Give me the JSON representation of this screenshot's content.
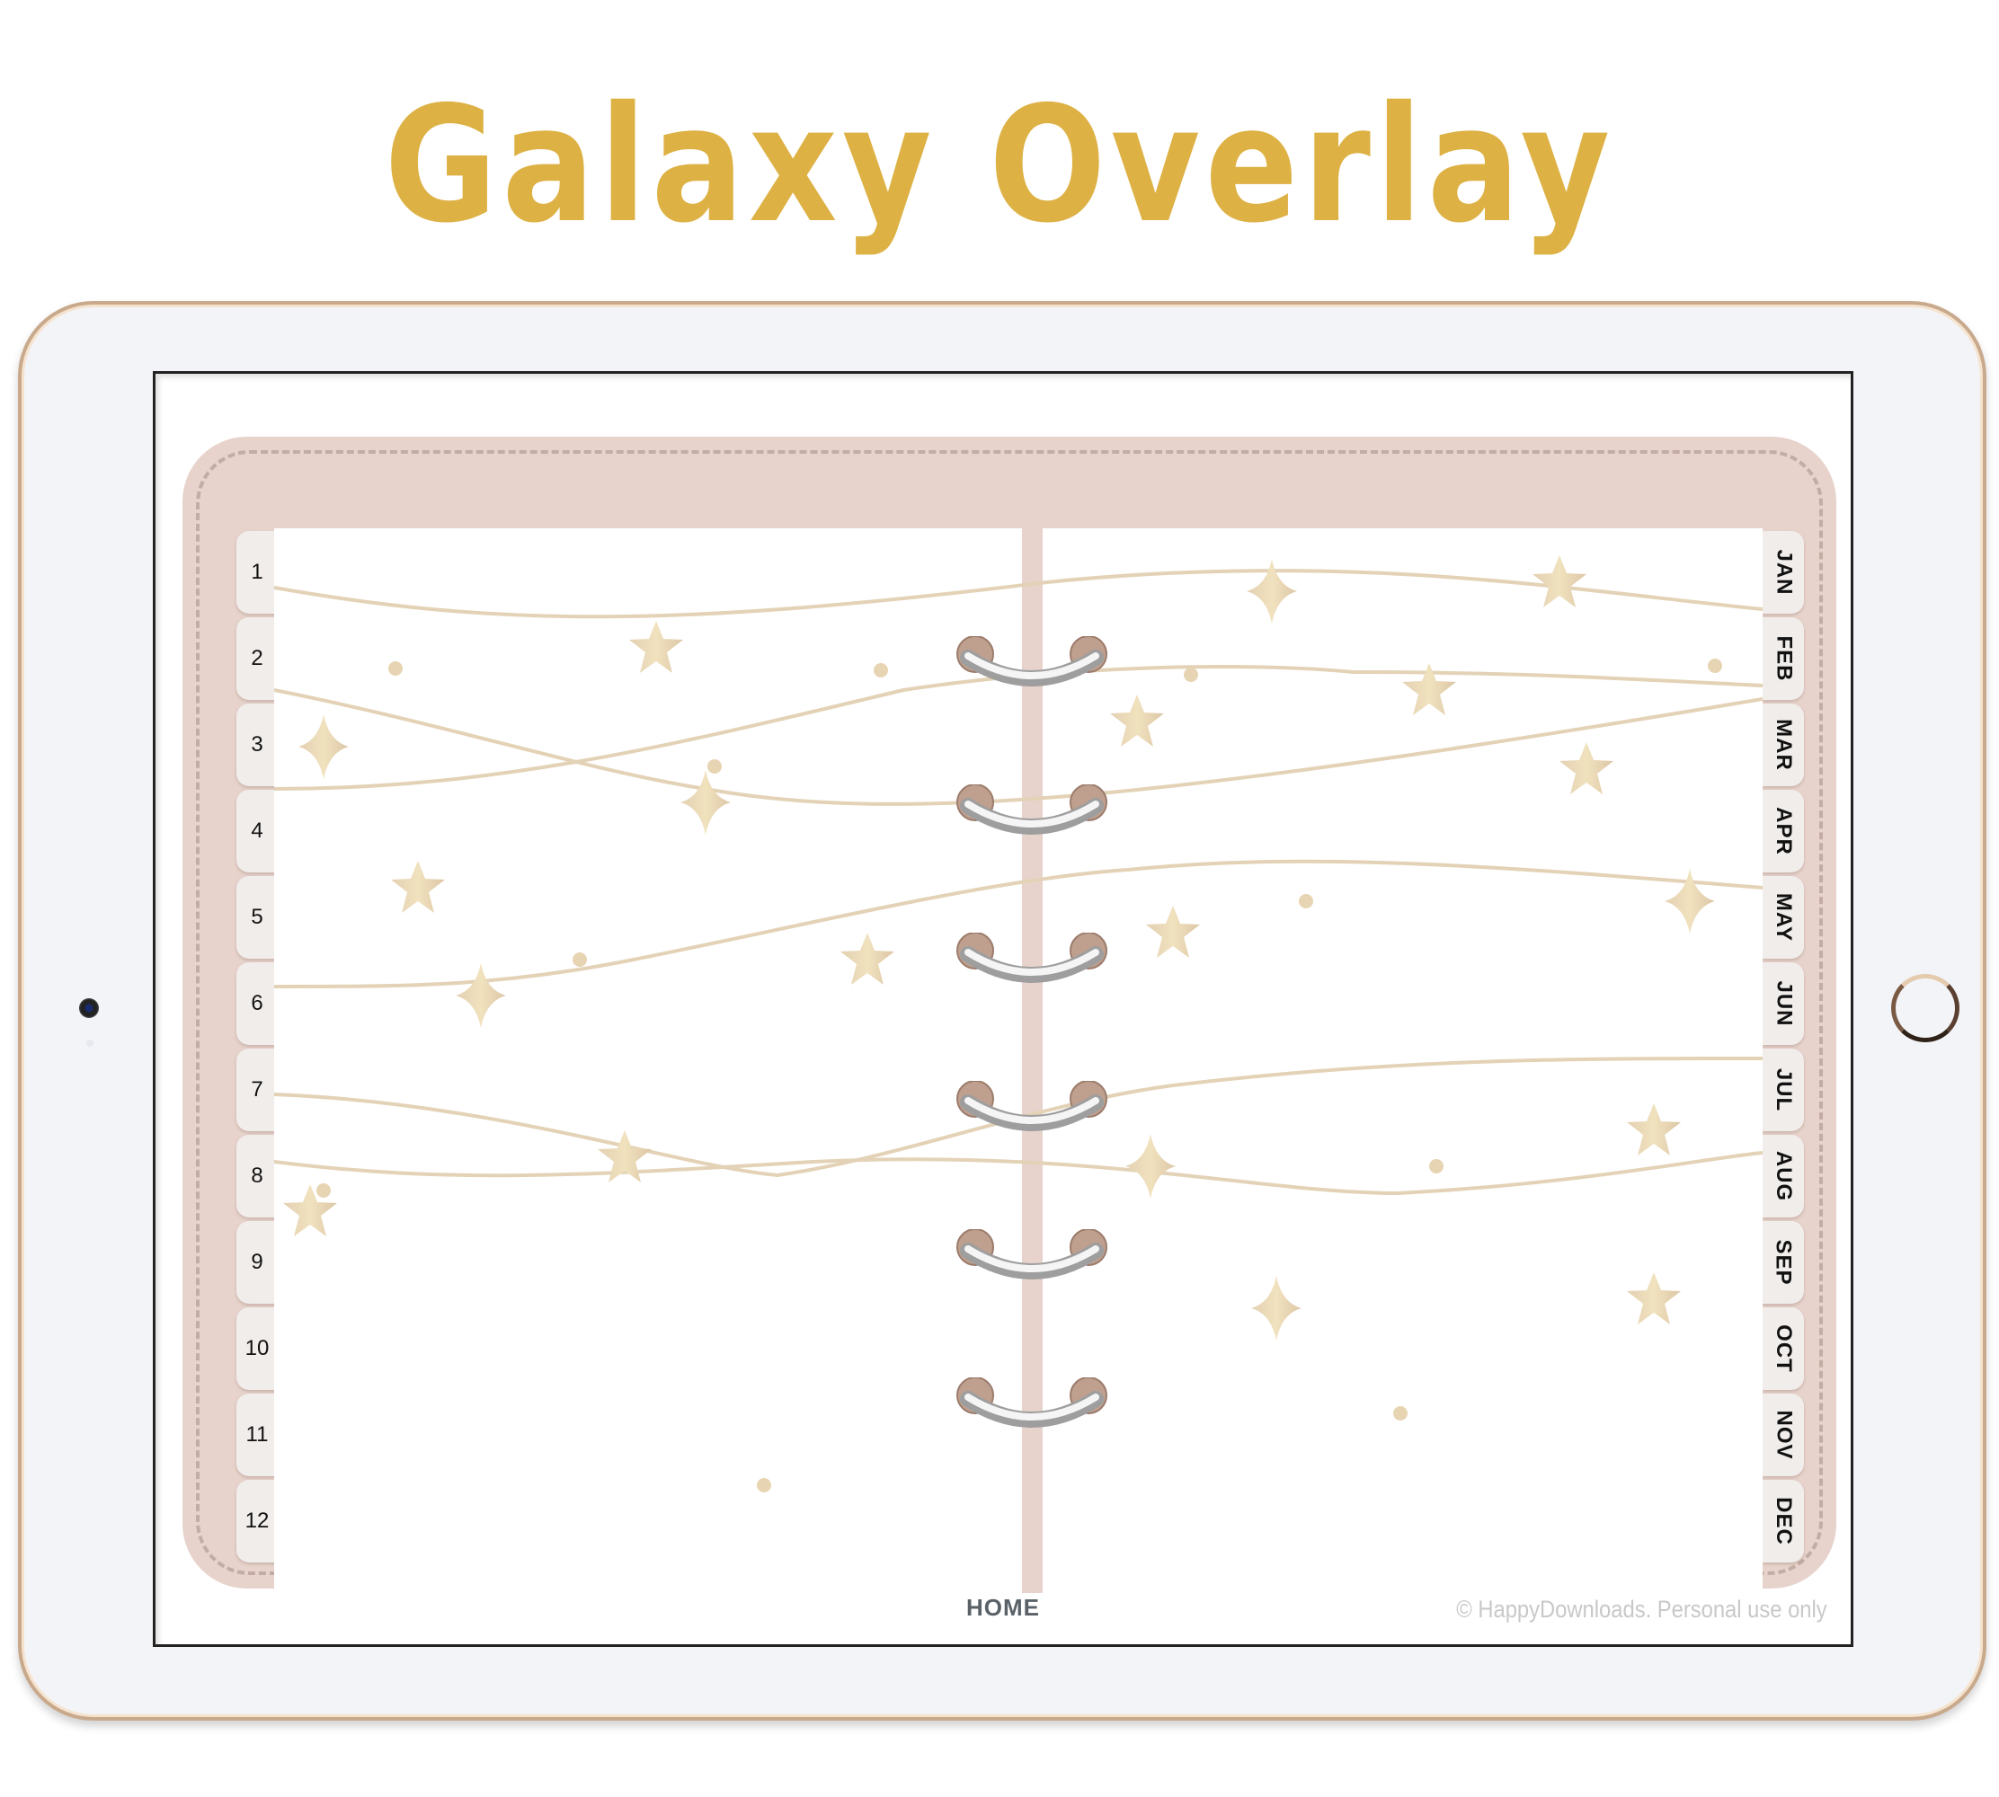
{
  "header": {
    "title": "Galaxy Overlay"
  },
  "device": {
    "type": "tablet",
    "frame_color": "#C9A98C",
    "bezel_color": "#F3F4F8"
  },
  "planner": {
    "frame_color": "#E7D3CC",
    "stitch_color": "#C3ACA4",
    "tab_color": "#F1EDEB",
    "accent_gold": "#E9D6B4",
    "left_tabs": [
      {
        "label": "1"
      },
      {
        "label": "2"
      },
      {
        "label": "3"
      },
      {
        "label": "4"
      },
      {
        "label": "5"
      },
      {
        "label": "6"
      },
      {
        "label": "7"
      },
      {
        "label": "8"
      },
      {
        "label": "9"
      },
      {
        "label": "10"
      },
      {
        "label": "11"
      },
      {
        "label": "12"
      }
    ],
    "right_tabs": [
      {
        "label": "JAN"
      },
      {
        "label": "FEB"
      },
      {
        "label": "MAR"
      },
      {
        "label": "APR"
      },
      {
        "label": "MAY"
      },
      {
        "label": "JUN"
      },
      {
        "label": "JUL"
      },
      {
        "label": "AUG"
      },
      {
        "label": "SEP"
      },
      {
        "label": "OCT"
      },
      {
        "label": "NOV"
      },
      {
        "label": "DEC"
      }
    ],
    "ring_count": 6,
    "decoration": "galaxy-stars-overlay"
  },
  "footer": {
    "home_label": "HOME",
    "watermark": "© HappyDownloads. Personal use only"
  }
}
